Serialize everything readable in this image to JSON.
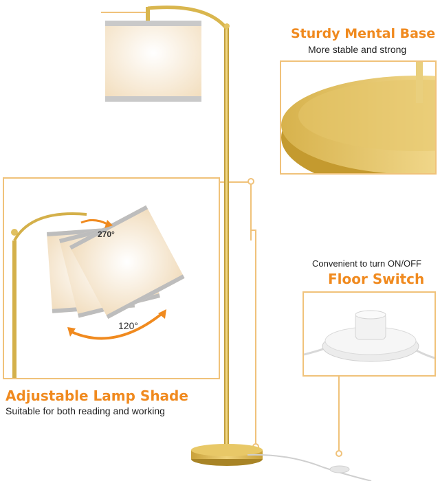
{
  "features": {
    "base": {
      "title": "Sturdy Mental Base",
      "subtitle": "More stable and strong"
    },
    "switch": {
      "caption": "Convenient to turn ON/OFF",
      "title": "Floor Switch"
    },
    "shade": {
      "title": "Adjustable Lamp Shade",
      "subtitle": "Suitable for both reading and working"
    }
  },
  "rotation": {
    "top_angle": "270°",
    "bottom_angle": "120°"
  },
  "colors": {
    "accent": "#f08a1f",
    "frame": "#f0c27a",
    "gold": "#d9b64e",
    "shade": "#fdf2df",
    "trim": "#bfbfbf"
  }
}
